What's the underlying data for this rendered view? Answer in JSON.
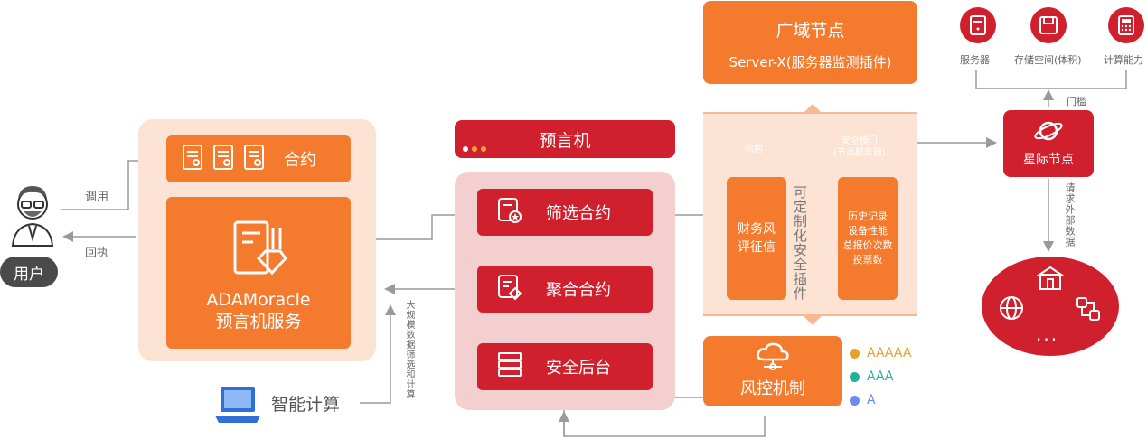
{
  "user": {
    "label": "用户",
    "call": "调用",
    "receipt": "回执"
  },
  "contract_bar": {
    "label": "合约"
  },
  "ada_service": {
    "line1": "ADAMoracle",
    "line2": "预言机服务"
  },
  "smart_compute": {
    "label": "智能计算",
    "note": "大规模数据筛选和计算"
  },
  "oracle": {
    "title": "预言机",
    "items": [
      "筛选合约",
      "聚合合约",
      "安全后台"
    ]
  },
  "wan_node": {
    "title": "广域节点",
    "subtitle": "Server-X(服务器监测插件)"
  },
  "plugin_panel": {
    "org_label": "机构",
    "safety_label": "安全模门",
    "safety_sub": "(节点服务器)",
    "left_box": "财务风评征信",
    "middle_text": "可定制化安全插件",
    "right_box": [
      "历史记录",
      "设备性能",
      "总报价次数",
      "投票数"
    ]
  },
  "risk": {
    "label": "风控机制"
  },
  "legend": [
    {
      "label": "AAAAA",
      "color": "#e7a12c"
    },
    {
      "label": "AAA",
      "color": "#1fb39a"
    },
    {
      "label": "A",
      "color": "#6b8cf0"
    }
  ],
  "resources": [
    {
      "label": "服务器",
      "icon": "server-icon"
    },
    {
      "label": "存储空间(体积)",
      "icon": "storage-icon"
    },
    {
      "label": "计算能力",
      "icon": "calculator-icon"
    }
  ],
  "threshold": {
    "label": "门槛"
  },
  "star_node": {
    "label": "星际节点"
  },
  "request": {
    "label": "请求外部数据"
  },
  "external": {
    "dots": "..."
  },
  "colors": {
    "orange": "#f47a2d",
    "red": "#d0202e",
    "peach": "#fde3d3",
    "pink": "#f3cfd0"
  }
}
